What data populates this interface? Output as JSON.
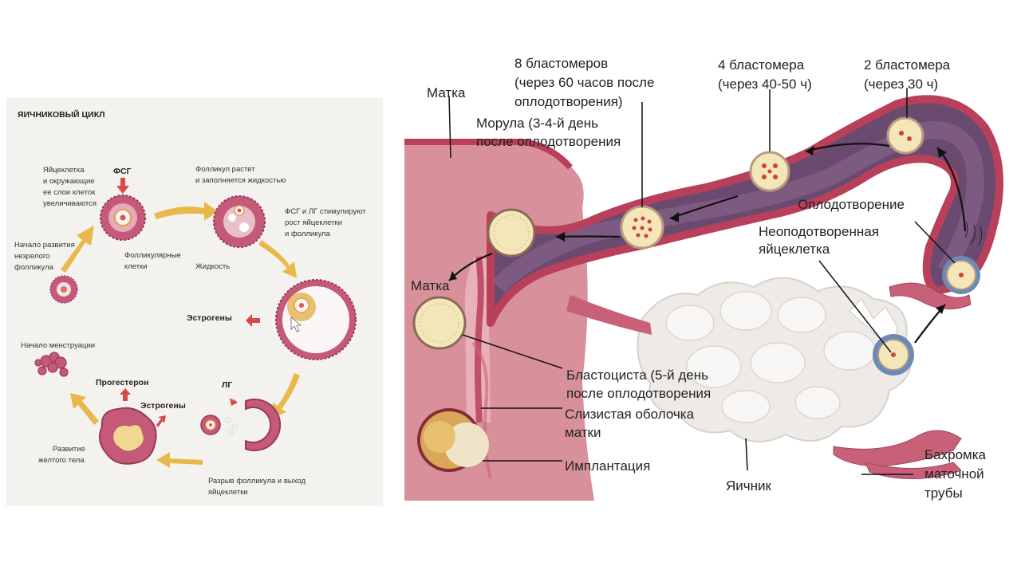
{
  "ovarian_cycle": {
    "title": "ЯИЧНИКОВЫЙ ЦИКЛ",
    "fsh": "ФСГ",
    "egg_layers": [
      "Яйцеклетка",
      "и окружающие",
      "ее слои клеток",
      "увеличиваются"
    ],
    "follicle_grows": [
      "Фолликул растет",
      "и заполняется жидкостью"
    ],
    "immature_start": [
      "Начало развития",
      "незрелого",
      "фолликула"
    ],
    "follicular_cells": [
      "Фолликулярные",
      "клетки"
    ],
    "fluid": "Жидкость",
    "fsh_lh_stimulate": [
      "ФСГ и ЛГ стимулируют",
      "рост яйцеклетки",
      "и фолликула"
    ],
    "estrogens_1": "Эстрогены",
    "menstruation_start": "Начало менструации",
    "progesterone": "Прогестерон",
    "estrogens_2": "Эстрогены",
    "lh": "ЛГ",
    "corpus_luteum": [
      "Развитие",
      "желтого тела"
    ],
    "rupture": [
      "Разрыв фолликула и выход",
      "яйцеклетки"
    ]
  },
  "fertilization": {
    "uterus_top": "Матка",
    "blastomeres_8": [
      "8 бластомеров",
      "(через 60 часов после",
      "оплодотворения)"
    ],
    "blastomeres_4": [
      "4 бластомера",
      "(через 40-50 ч)"
    ],
    "blastomeres_2": [
      "2 бластомера",
      "(через 30 ч)"
    ],
    "morula": [
      "Морула (3-4-й день",
      "после оплодотворения"
    ],
    "fertilization": "Оплодотворение",
    "unfertilized_egg": [
      "Неоподотворенная",
      "яйцеклетка"
    ],
    "uterus_left": "Матка",
    "blastocyst": [
      "Бластоциста (5-й день",
      "после оплодотворения"
    ],
    "mucosa": [
      "Слизистая оболочка",
      "матки"
    ],
    "implantation": "Имплантация",
    "ovary": "Яичник",
    "fimbriae": [
      "Бахромка",
      "маточной",
      "трубы"
    ]
  },
  "colors": {
    "arrow_yellow": "#e8b84a",
    "arrow_red": "#d84a4a",
    "tissue_pink": "#c45a78",
    "tube_wall": "#b8405a",
    "tube_inner": "#6a4a6e",
    "cell_cream": "#f3e6b8",
    "ovary_white": "#eeeae6",
    "uterus_pink": "#d8909a"
  }
}
